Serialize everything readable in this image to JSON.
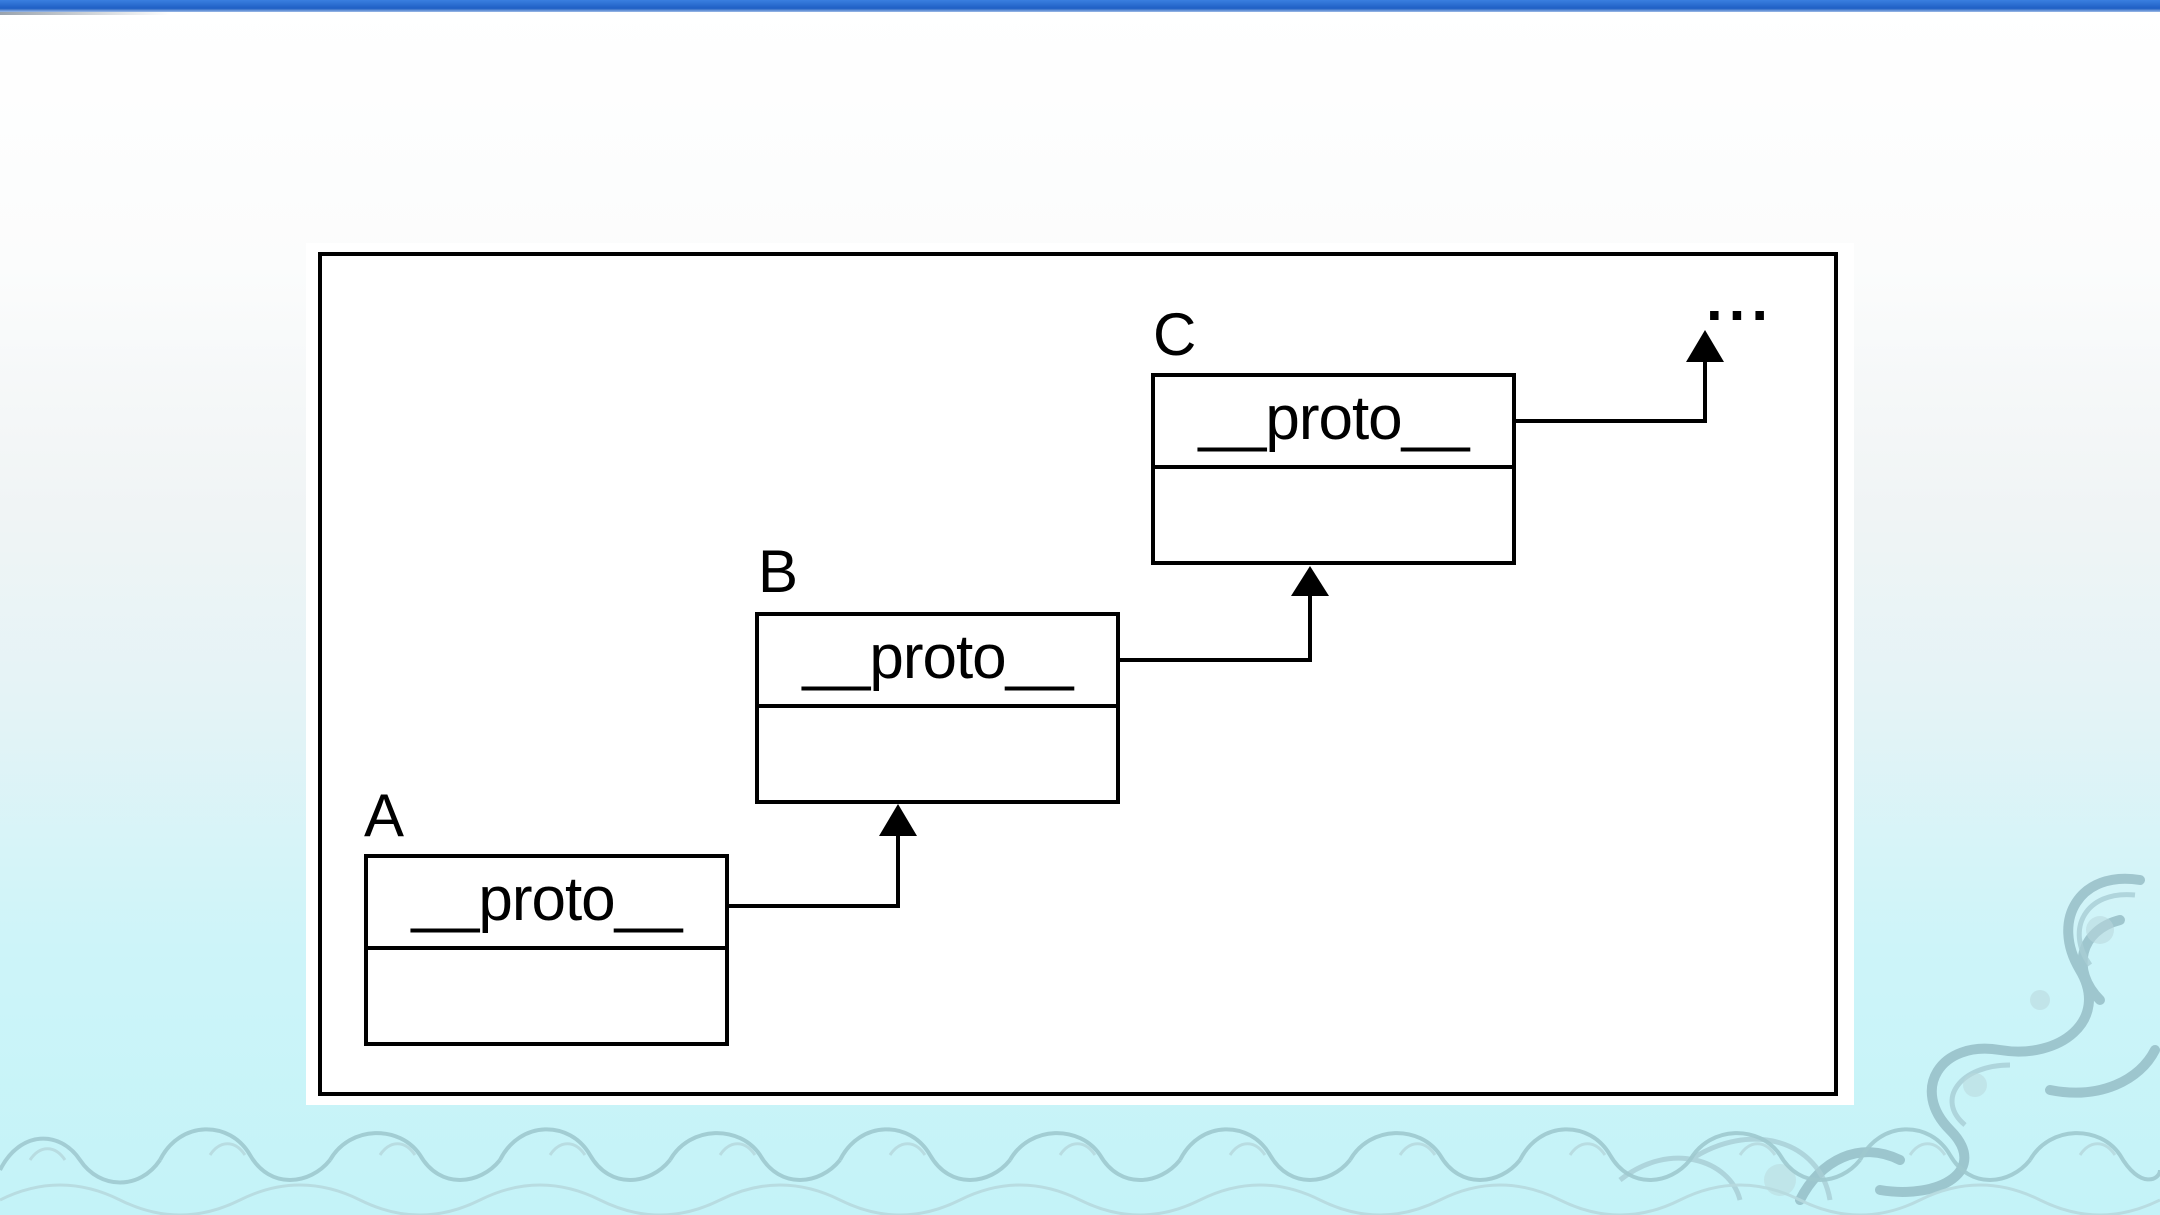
{
  "diagram": {
    "objects": [
      {
        "label": "A",
        "field": "__proto__"
      },
      {
        "label": "B",
        "field": "__proto__"
      },
      {
        "label": "C",
        "field": "__proto__"
      }
    ],
    "continuation": "..."
  },
  "colors": {
    "accent_bar": "#1f5fc4",
    "background_top": "#ffffff",
    "background_bottom": "#c4f3f8",
    "line": "#000000"
  }
}
